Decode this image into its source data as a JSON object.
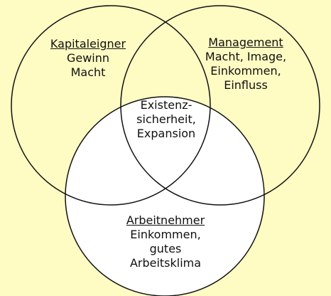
{
  "colors": {
    "background": "#fefbc3",
    "upper_circles_fill": "#ffffff",
    "lower_circle_fill": "#ffffff",
    "stroke": "#111111"
  },
  "groups": {
    "kapitaleigner": {
      "title": "Kapitaleigner",
      "lines": [
        "Gewinn",
        "Macht"
      ]
    },
    "management": {
      "title": "Management",
      "lines": [
        "Macht, Image,",
        "Einkommen,",
        "Einfluss"
      ]
    },
    "arbeitnehmer": {
      "title": "Arbeitnehmer",
      "lines": [
        "Einkommen,",
        "gutes",
        "Arbeitsklima"
      ]
    },
    "intersection": {
      "lines": [
        "Existenz-",
        "sicherheit,",
        "Expansion"
      ]
    }
  }
}
